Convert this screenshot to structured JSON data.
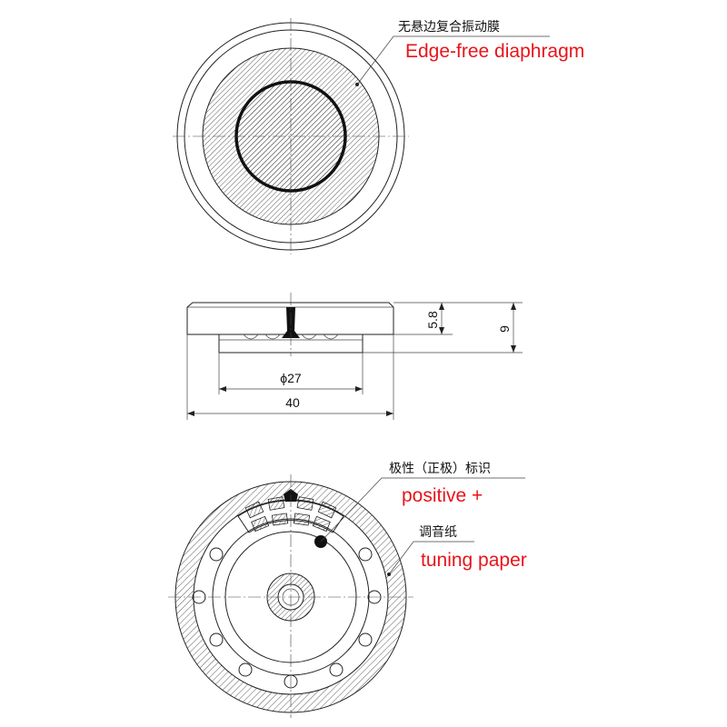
{
  "top_view": {
    "label_cn": "无悬边复合振动膜",
    "label_en": "Edge-free diaphragm"
  },
  "side_view": {
    "dim_height_inner": "5.8",
    "dim_height_total": "9",
    "dim_inner_diameter": "ϕ27",
    "dim_outer_diameter": "40"
  },
  "bottom_view": {
    "polarity_cn": "极性（正极）标识",
    "polarity_en": "positive +",
    "tuning_cn": "调音纸",
    "tuning_en": "tuning paper"
  },
  "colors": {
    "annotation_red": "#e8141b",
    "line": "#222222"
  }
}
